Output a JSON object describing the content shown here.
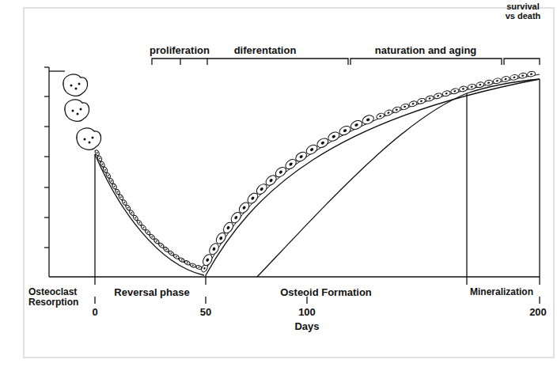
{
  "diagram": {
    "labels": [
      "proliferation",
      "diferentation",
      "naturation and aging",
      "survival vs death",
      "Osteoclast Resorption",
      "Reversal phase",
      "Osteoid Formation",
      "Mineralization",
      "0",
      "50",
      "100",
      "200",
      "Days"
    ]
  }
}
